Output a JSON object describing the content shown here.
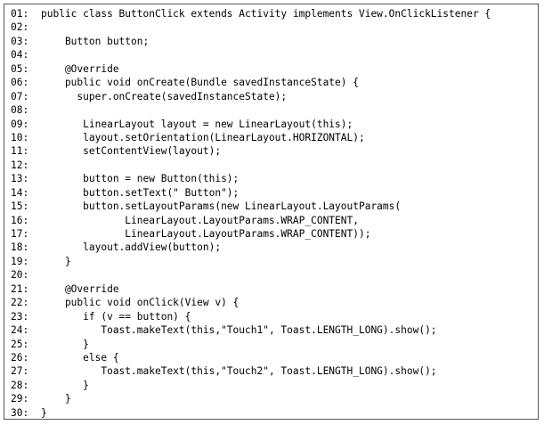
{
  "code": {
    "lines": [
      {
        "num": "01:",
        "text": "public class ButtonClick extends Activity implements View.OnClickListener {"
      },
      {
        "num": "02:",
        "text": ""
      },
      {
        "num": "03:",
        "text": "    Button button;"
      },
      {
        "num": "04:",
        "text": ""
      },
      {
        "num": "05:",
        "text": "    @Override"
      },
      {
        "num": "06:",
        "text": "    public void onCreate(Bundle savedInstanceState) {"
      },
      {
        "num": "07:",
        "text": "      super.onCreate(savedInstanceState);"
      },
      {
        "num": "08:",
        "text": ""
      },
      {
        "num": "09:",
        "text": "       LinearLayout layout = new LinearLayout(this);"
      },
      {
        "num": "10:",
        "text": "       layout.setOrientation(LinearLayout.HORIZONTAL);"
      },
      {
        "num": "11:",
        "text": "       setContentView(layout);"
      },
      {
        "num": "12:",
        "text": ""
      },
      {
        "num": "13:",
        "text": "       button = new Button(this);"
      },
      {
        "num": "14:",
        "text": "       button.setText(\" Button\");"
      },
      {
        "num": "15:",
        "text": "       button.setLayoutParams(new LinearLayout.LayoutParams("
      },
      {
        "num": "16:",
        "text": "              LinearLayout.LayoutParams.WRAP_CONTENT,"
      },
      {
        "num": "17:",
        "text": "              LinearLayout.LayoutParams.WRAP_CONTENT));"
      },
      {
        "num": "18:",
        "text": "       layout.addView(button);"
      },
      {
        "num": "19:",
        "text": "    }"
      },
      {
        "num": "20:",
        "text": ""
      },
      {
        "num": "21:",
        "text": "    @Override"
      },
      {
        "num": "22:",
        "text": "    public void onClick(View v) {"
      },
      {
        "num": "23:",
        "text": "       if (v == button) {"
      },
      {
        "num": "24:",
        "text": "          Toast.makeText(this,\"Touch1\", Toast.LENGTH_LONG).show();"
      },
      {
        "num": "25:",
        "text": "       }"
      },
      {
        "num": "26:",
        "text": "       else {"
      },
      {
        "num": "27:",
        "text": "          Toast.makeText(this,\"Touch2\", Toast.LENGTH_LONG).show();"
      },
      {
        "num": "28:",
        "text": "       }"
      },
      {
        "num": "29:",
        "text": "    }"
      },
      {
        "num": "30:",
        "text": "}"
      }
    ]
  }
}
